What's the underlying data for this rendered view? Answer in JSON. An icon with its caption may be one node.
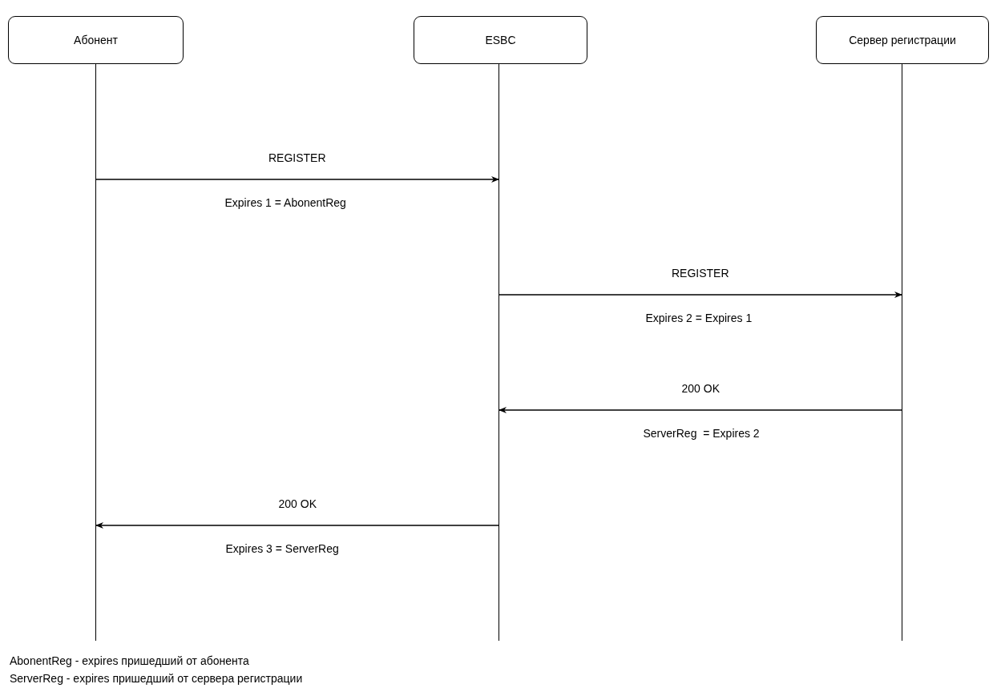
{
  "diagram": {
    "nodes": [
      {
        "text": [
          "Абонент"
        ]
      },
      {
        "text": [
          "ESBC"
        ]
      },
      {
        "text": [
          "Сервер регистрации"
        ]
      },
      {
        "text": [],
        "shape": "line"
      },
      {
        "text": [],
        "shape": "line"
      },
      {
        "text": [],
        "shape": "line"
      }
    ],
    "edges": [
      {
        "from": 3,
        "to": 4,
        "arrow": "to",
        "label": "REGISTER"
      },
      {
        "from": 4,
        "to": 5,
        "arrow": "to",
        "label": "REGISTER"
      },
      {
        "from": 5,
        "to": 4,
        "arrow": "to",
        "label": "200 OK"
      },
      {
        "from": 4,
        "to": 3,
        "arrow": "to",
        "label": "200 OK"
      }
    ],
    "labels": [
      "Expires 1 = AbonentReg",
      "Expires 2 = Expires 1",
      "ServerReg  = Expires 2",
      "Expires 3 = ServerReg",
      "AbonentReg - expires пришедший от абонента",
      "ServerReg - expires пришедший от сервера регистрации"
    ]
  }
}
